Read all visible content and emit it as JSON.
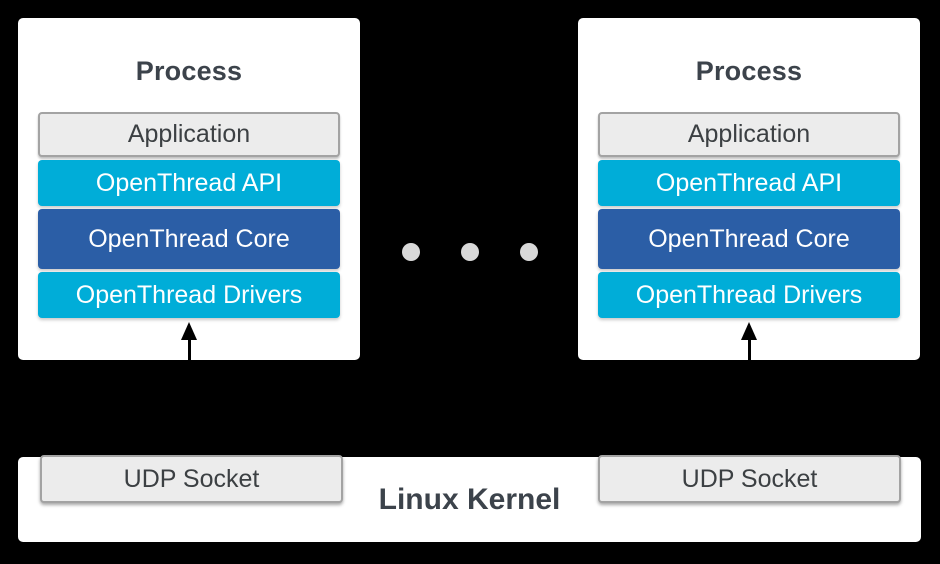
{
  "colors": {
    "background": "#000000",
    "panel": "#FFFFFF",
    "cyan_layer": "#00ADD8",
    "blue_layer": "#2B5EA6",
    "gray_box_fill": "#ECECEC",
    "gray_box_border": "#A3A3A3",
    "dark_text": "#3C434B",
    "ellipsis_dot": "#D9D9D9",
    "arrow": "#000000"
  },
  "processes": [
    {
      "title": "Process",
      "layers": {
        "application": "Application",
        "api": "OpenThread API",
        "core": "OpenThread Core",
        "drivers": "OpenThread Drivers"
      }
    },
    {
      "title": "Process",
      "layers": {
        "application": "Application",
        "api": "OpenThread API",
        "core": "OpenThread Core",
        "drivers": "OpenThread Drivers"
      }
    }
  ],
  "ellipsis": {
    "dot_count": 3
  },
  "kernel": {
    "title": "Linux Kernel",
    "sockets": [
      {
        "label": "UDP Socket"
      },
      {
        "label": "UDP Socket"
      }
    ]
  }
}
